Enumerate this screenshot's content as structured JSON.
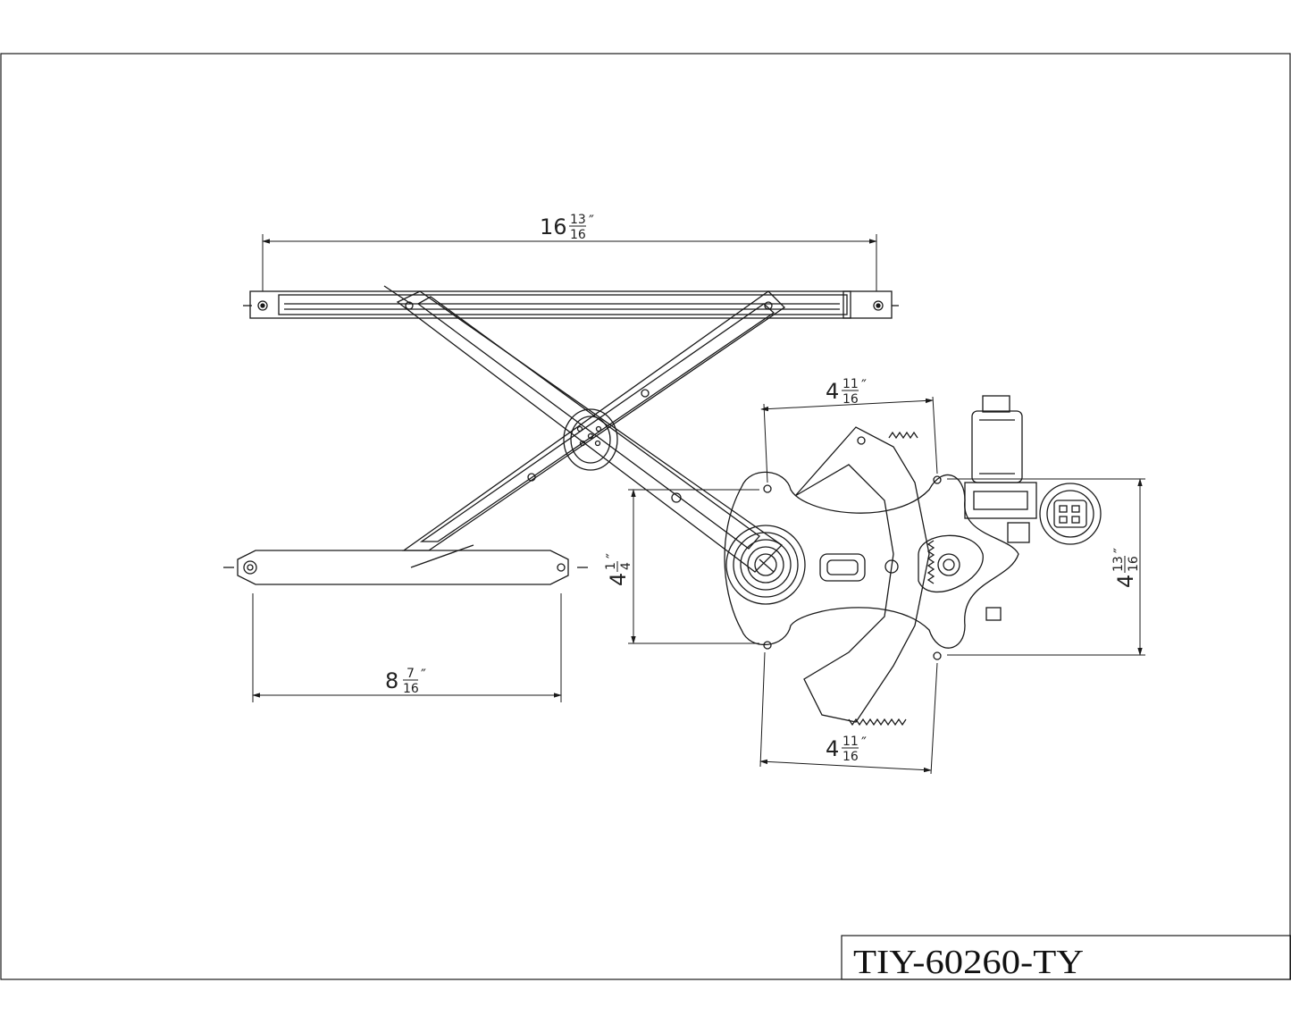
{
  "title_block": {
    "part_number": "TIY-60260-TY"
  },
  "dimensions": {
    "top_rail_length": {
      "whole": "16",
      "num": "13",
      "den": "16",
      "unit": "″"
    },
    "bottom_rail_length": {
      "whole": "8",
      "num": "7",
      "den": "16",
      "unit": "″"
    },
    "bracket_height_left": {
      "whole": "4",
      "num": "1",
      "den": "4",
      "unit": "″"
    },
    "bracket_height_right": {
      "whole": "4",
      "num": "13",
      "den": "16",
      "unit": "″"
    },
    "bracket_width_top": {
      "whole": "4",
      "num": "11",
      "den": "16",
      "unit": "″"
    },
    "bracket_width_bottom": {
      "whole": "4",
      "num": "11",
      "den": "16",
      "unit": "″"
    }
  },
  "colors": {
    "line": "#1a1a1a",
    "background": "#ffffff"
  }
}
